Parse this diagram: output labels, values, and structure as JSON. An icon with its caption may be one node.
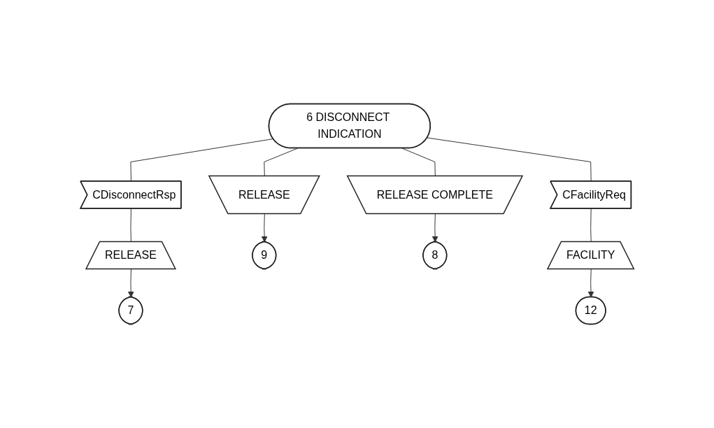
{
  "diagram": {
    "nodes": [
      {
        "text": [
          "6 DISCONNECT INDICATION"
        ]
      },
      {
        "text": [
          "CDisconnectRsp"
        ]
      },
      {
        "text": [
          "RELEASE"
        ]
      },
      {
        "text": [
          "RELEASE COMPLETE"
        ]
      },
      {
        "text": [
          "CFacilityReq"
        ]
      },
      {
        "text": [
          "RELEASE"
        ]
      },
      {
        "text": [
          "9"
        ]
      },
      {
        "text": [
          "8"
        ]
      },
      {
        "text": [
          "FACILITY"
        ]
      },
      {
        "text": [
          "7"
        ]
      },
      {
        "text": [
          "12"
        ]
      }
    ],
    "edges": [
      {
        "from": 0,
        "to": 1,
        "arrow": "none"
      },
      {
        "from": 0,
        "to": 2,
        "arrow": "none"
      },
      {
        "from": 0,
        "to": 3,
        "arrow": "none"
      },
      {
        "from": 0,
        "to": 4,
        "arrow": "none"
      },
      {
        "from": 1,
        "to": 5,
        "arrow": "none"
      },
      {
        "from": 2,
        "to": 6,
        "arrow": "to"
      },
      {
        "from": 3,
        "to": 7,
        "arrow": "to"
      },
      {
        "from": 4,
        "to": 8,
        "arrow": "none"
      },
      {
        "from": 5,
        "to": 9,
        "arrow": "to"
      },
      {
        "from": 8,
        "to": 10,
        "arrow": "to"
      }
    ]
  }
}
